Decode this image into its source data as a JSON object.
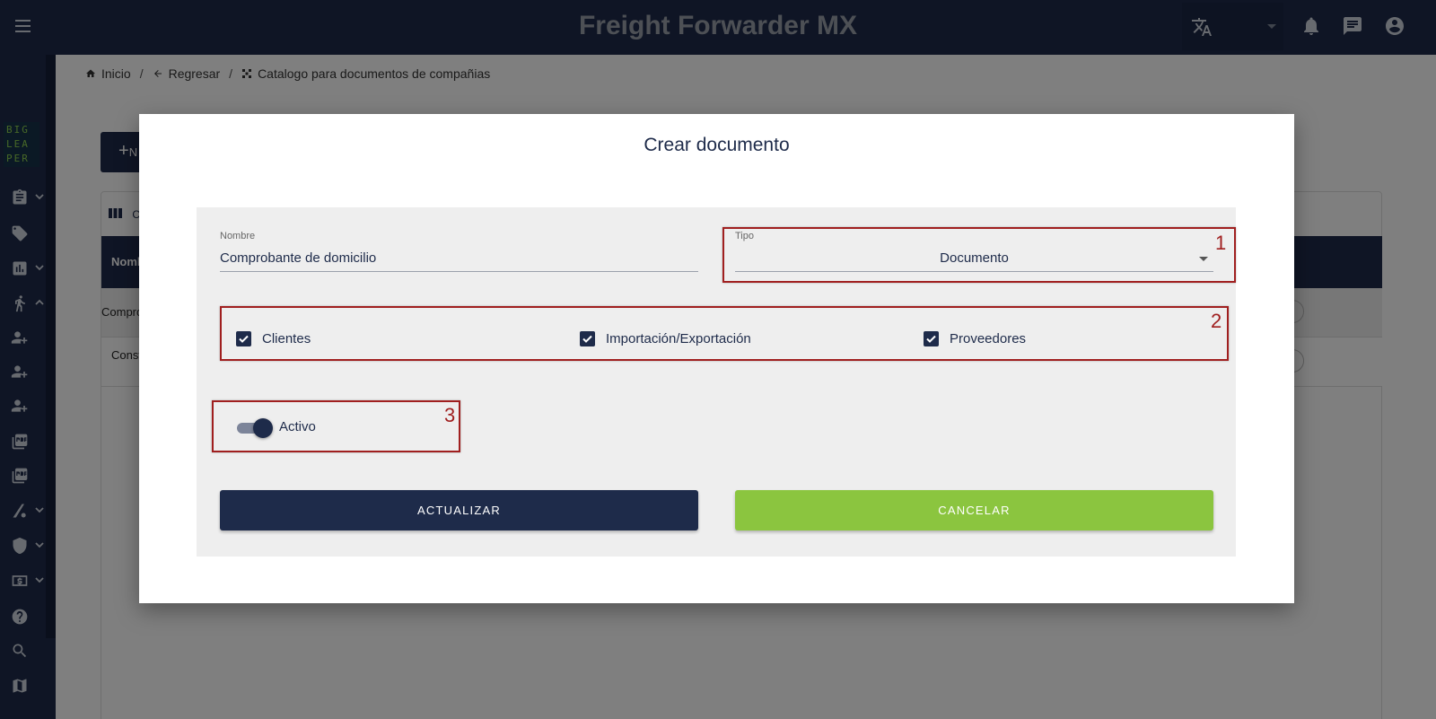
{
  "header": {
    "title": "Freight Forwarder MX",
    "icons": [
      "menu-icon",
      "translate-icon",
      "bell-icon",
      "chat-icon",
      "account-icon"
    ]
  },
  "sidebar": {
    "logo_lines": [
      "BIG",
      "LEA",
      "PER"
    ],
    "items": [
      "clipboard-icon",
      "tag-icon",
      "chart-icon",
      "person-icon",
      "user-add-icon",
      "user-add-icon",
      "user-add-icon",
      "pdf-icon",
      "pdf-icon",
      "settings-icon",
      "shield-icon",
      "money-icon",
      "help-icon",
      "search-icon",
      "map-icon"
    ]
  },
  "breadcrumb": {
    "home": "Inicio",
    "back": "Regresar",
    "current": "Catalogo para documentos de compañias"
  },
  "background": {
    "new_button_prefix": "N",
    "columns_prefix": "C",
    "table_header_name": "Nomb",
    "rows": [
      "Compro",
      "Const"
    ]
  },
  "modal": {
    "title": "Crear documento",
    "nombre": {
      "label": "Nombre",
      "value": "Comprobante de domicilio"
    },
    "tipo": {
      "label": "Tipo",
      "value": "Documento"
    },
    "checkboxes": [
      {
        "label": "Clientes",
        "checked": true
      },
      {
        "label": "Importación/Exportación",
        "checked": true
      },
      {
        "label": "Proveedores",
        "checked": true
      }
    ],
    "toggle": {
      "label": "Activo",
      "on": true
    },
    "annotations": [
      "1",
      "2",
      "3"
    ],
    "buttons": {
      "update": "ACTUALIZAR",
      "cancel": "CANCELAR"
    }
  },
  "colors": {
    "navy": "#1e2b4a",
    "green": "#8bc53f",
    "highlight": "#a01f1f"
  }
}
